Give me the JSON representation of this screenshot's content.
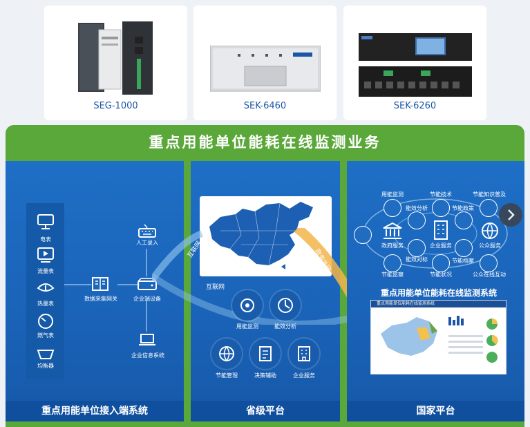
{
  "products": [
    {
      "label": "SEG-1000"
    },
    {
      "label": "SEK-6460"
    },
    {
      "label": "SEK-6260"
    }
  ],
  "banner": {
    "title": "重点用能单位能耗在线监测业务"
  },
  "left_panel": {
    "footer": "重点用能单位接入端系统",
    "meters": [
      {
        "label": "电表",
        "icon": "monitor-icon"
      },
      {
        "label": "流量表",
        "icon": "play-box-icon"
      },
      {
        "label": "热量表",
        "icon": "heat-icon"
      },
      {
        "label": "燃气表",
        "icon": "gauge-icon"
      },
      {
        "label": "均衡器",
        "icon": "balance-icon"
      }
    ],
    "gateway": "数据采集网关",
    "manual": "人工录入",
    "device": "企业端设备",
    "info": "企业信息系统"
  },
  "mid_panel": {
    "footer": "省级平台",
    "arc_left": "互联网",
    "arc_center": "互联网",
    "arc_right": "政务外网",
    "items": [
      {
        "label": "用能监测",
        "icon": "eye-icon"
      },
      {
        "label": "能效分析",
        "icon": "clock-icon"
      },
      {
        "label": "节能管理",
        "icon": "globe-icon"
      },
      {
        "label": "决策辅助",
        "icon": "clipboard-icon"
      },
      {
        "label": "企业服务",
        "icon": "building-icon"
      }
    ]
  },
  "right_panel": {
    "footer": "国家平台",
    "system_title": "重点用能单位能耗在线监测系统",
    "screen_title": "重点用能单位能耗在线监测系统",
    "hub": [
      "政府服务",
      "企业服务",
      "公众服务"
    ],
    "ring": [
      "用能监测",
      "节能技术",
      "节能知识普及",
      "能效分析",
      "节能政策",
      "能效对标",
      "节能状况",
      "节能档案",
      "节能监察",
      "公众在线互动"
    ]
  },
  "colors": {
    "green": "#5aa83a",
    "blue": "#1a63b8",
    "dark_blue": "#0f4f9e"
  }
}
